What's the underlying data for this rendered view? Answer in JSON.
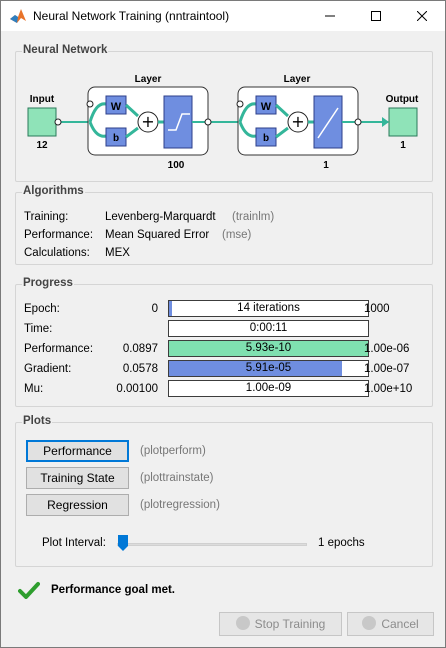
{
  "window": {
    "title": "Neural Network Training (nntraintool)"
  },
  "network": {
    "section_title": "Neural Network",
    "input": {
      "label": "Input",
      "size": "12"
    },
    "layers": [
      {
        "label": "Layer",
        "w": "W",
        "b": "b",
        "size": "100"
      },
      {
        "label": "Layer",
        "w": "W",
        "b": "b",
        "size": "1"
      }
    ],
    "output": {
      "label": "Output",
      "size": "1"
    },
    "colors": {
      "io_fill": "#8fe3b8",
      "weight_fill": "#6f8ee0",
      "connector": "#34b69a"
    }
  },
  "algorithms": {
    "section_title": "Algorithms",
    "rows": [
      {
        "label": "Training:",
        "value": "Levenberg-Marquardt",
        "hint": "(trainlm)"
      },
      {
        "label": "Performance:",
        "value": "Mean Squared Error",
        "hint": "(mse)"
      },
      {
        "label": "Calculations:",
        "value": "MEX",
        "hint": ""
      }
    ]
  },
  "progress": {
    "section_title": "Progress",
    "rows": [
      {
        "label": "Epoch:",
        "start": "0",
        "current": "14 iterations",
        "end": "1000",
        "fill": 0.01,
        "fill_color": "#6f8ee0"
      },
      {
        "label": "Time:",
        "start": "",
        "current": "0:00:11",
        "end": "",
        "fill": 0,
        "fill_color": "#ffffff"
      },
      {
        "label": "Performance:",
        "start": "0.0897",
        "current": "5.93e-10",
        "end": "1.00e-06",
        "fill": 1.0,
        "fill_color": "#7fe0b0"
      },
      {
        "label": "Gradient:",
        "start": "0.0578",
        "current": "5.91e-05",
        "end": "1.00e-07",
        "fill": 0.87,
        "fill_color": "#6f8ee0"
      },
      {
        "label": "Mu:",
        "start": "0.00100",
        "current": "1.00e-09",
        "end": "1.00e+10",
        "fill": 0,
        "fill_color": "#ffffff"
      }
    ]
  },
  "plots": {
    "section_title": "Plots",
    "buttons": [
      {
        "label": "Performance",
        "hint": "(plotperform)"
      },
      {
        "label": "Training State",
        "hint": "(plottrainstate)"
      },
      {
        "label": "Regression",
        "hint": "(plotregression)"
      }
    ],
    "interval_label": "Plot Interval:",
    "interval_value": "1 epochs",
    "slider_fraction": 0.0
  },
  "status": {
    "message": "Performance goal met.",
    "color": "#2e9e2e"
  },
  "footer": {
    "stop_label": "Stop Training",
    "cancel_label": "Cancel"
  }
}
